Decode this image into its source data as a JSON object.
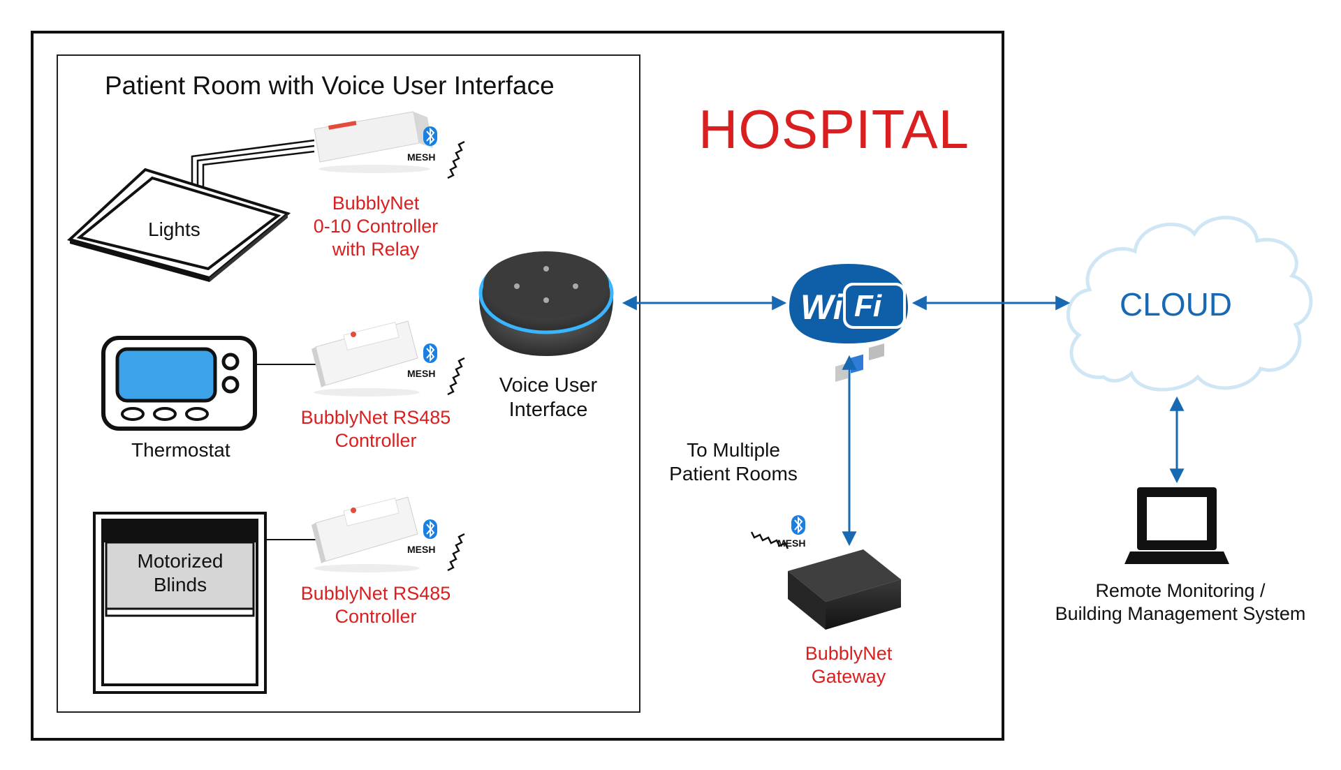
{
  "hospital": {
    "title": "HOSPITAL"
  },
  "patient_room": {
    "title": "Patient Room with Voice User Interface"
  },
  "devices": {
    "lights": {
      "label": "Lights"
    },
    "lights_controller": {
      "line1": "BubblyNet",
      "line2": "0-10 Controller",
      "line3": "with Relay",
      "mesh": "MESH"
    },
    "thermostat": {
      "label": "Thermostat"
    },
    "thermostat_controller": {
      "line1": "BubblyNet RS485",
      "line2": "Controller",
      "mesh": "MESH"
    },
    "blinds": {
      "line1": "Motorized",
      "line2": "Blinds"
    },
    "blinds_controller": {
      "line1": "BubblyNet RS485",
      "line2": "Controller",
      "mesh": "MESH"
    }
  },
  "voice_ui": {
    "line1": "Voice User",
    "line2": "Interface"
  },
  "wifi": {
    "left": "Wi",
    "right": "Fi"
  },
  "cloud": {
    "label": "CLOUD"
  },
  "multi_rooms": {
    "line1": "To Multiple",
    "line2": "Patient Rooms"
  },
  "gateway": {
    "line1": "BubblyNet",
    "line2": "Gateway",
    "mesh": "MESH"
  },
  "remote": {
    "line1": "Remote Monitoring /",
    "line2": "Building Management System"
  },
  "colors": {
    "accent_red": "#d91f1f",
    "link_blue": "#1769b3",
    "wifi_blue": "#0f5ea8",
    "bluetooth_blue": "#1b7fe0",
    "cloud_outline": "#cfe6f5"
  },
  "icons": [
    "bluetooth-icon",
    "wireless-signal-icon",
    "wifi-logo-icon",
    "cloud-icon",
    "laptop-icon",
    "smart-speaker-icon",
    "gateway-box-icon",
    "ceiling-light-icon",
    "thermostat-icon",
    "blinds-icon"
  ]
}
